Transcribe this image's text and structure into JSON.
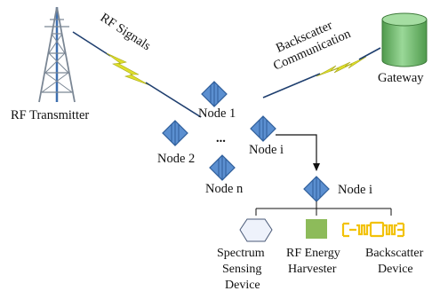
{
  "diagram": {
    "rf_transmitter_label": "RF Transmitter",
    "rf_signals_label": "RF Signals",
    "backscatter_label_line1": "Backscatter",
    "backscatter_label_line2": "Communication",
    "gateway_label": "Gateway",
    "node_1_label": "Node 1",
    "node_2_label": "Node 2",
    "node_i_label": "Node i",
    "node_n_label": "Node n",
    "ellipsis": "...",
    "expanded_node_label": "Node i",
    "components": [
      {
        "line1": "Spectrum",
        "line2": "Sensing",
        "line3": "Device"
      },
      {
        "line1": "RF Energy",
        "line2": "Harvester"
      },
      {
        "line1": "Backscatter",
        "line2": "Device"
      }
    ],
    "colors": {
      "node_fill": "#5b8fd0",
      "node_stroke": "#2f5e9a",
      "tower": "#7a8694",
      "tower_mast": "#3d6fb0",
      "gateway_fill": "#7ec27b",
      "harvester_fill": "#8dbb5a",
      "backscatter_device": "#f2c20a",
      "rf_signal_line": "#1f3f6f",
      "lightning": "#dede2a"
    }
  }
}
